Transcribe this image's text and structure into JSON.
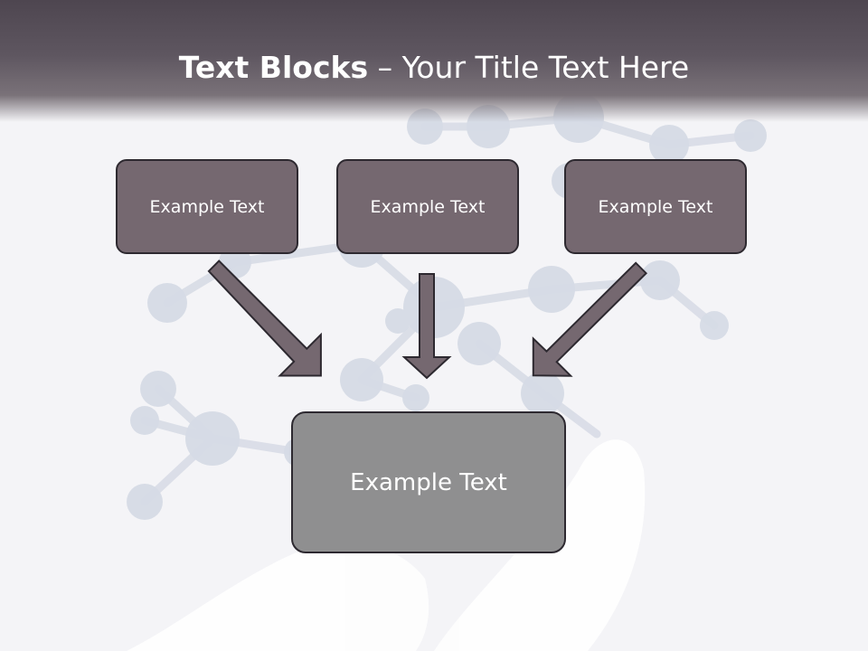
{
  "slide": {
    "title_bold": "Text Blocks",
    "title_dash": "–",
    "title_rest": "Your Title Text Here"
  },
  "blocks": {
    "top": [
      {
        "label": "Example Text"
      },
      {
        "label": "Example Text"
      },
      {
        "label": "Example Text"
      }
    ],
    "bottom": {
      "label": "Example Text"
    }
  },
  "colors": {
    "header": "#5e5660",
    "small_box_fill": "#756870",
    "big_box_fill": "#8f8f90",
    "arrow_fill": "#756870",
    "outline": "#2d2930"
  },
  "background_icon": "molecule-model-held-by-hands-illustration"
}
